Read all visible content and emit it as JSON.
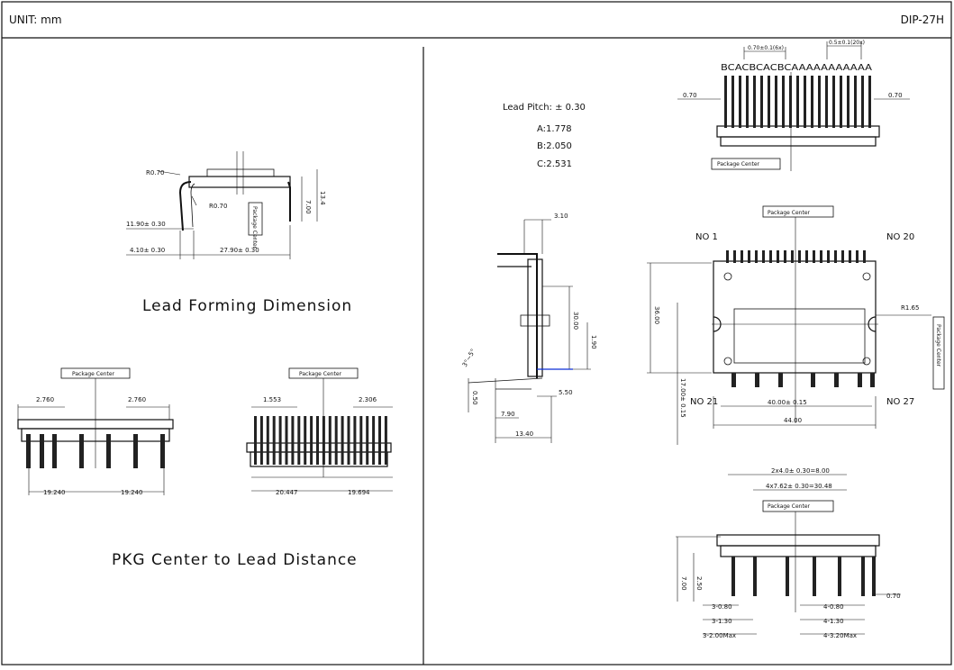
{
  "header": {
    "unit": "UNIT: mm",
    "package": "DIP-27H"
  },
  "lead_forming": {
    "title": "Lead Forming Dimension",
    "dims": {
      "radius_outer": "R0.70",
      "radius_inner": "R0.70",
      "width_1190": "11.90± 0.30",
      "width_410": "4.10± 0.30",
      "width_2790": "27.90± 0.30",
      "height_700": "7.00",
      "height_1340": "13.4"
    },
    "package_center": "Package Center"
  },
  "pkg_center": {
    "title": "PKG Center to Lead Distance",
    "left": {
      "package_center": "Package Center",
      "left_pitch": "2.760",
      "right_pitch": "2.760",
      "bottom_left": "19.240",
      "bottom_right": "19.240"
    },
    "right": {
      "package_center": "Package Center",
      "left_pitch": "1.553",
      "right_pitch": "2.306",
      "bottom_left": "20.447",
      "bottom_right": "19.694"
    }
  },
  "lead_pitch": {
    "title": "Lead Pitch: ± 0.30",
    "a": "A:1.778",
    "b": "B:2.050",
    "c": "C:2.531"
  },
  "top_view": {
    "pin_letters": "BCACBCACBCAAAAAAAAAAA",
    "dim_pitch_a": "0.70±0.1(6x)",
    "dim_pitch_b": "0.5±0.1(20x)",
    "left_070": "0.70",
    "right_070": "0.70",
    "package_center": "Package Center"
  },
  "main_view": {
    "package_center": "Package Center",
    "no20": "NO 20",
    "no1": "NO 1",
    "no27": "NO 27",
    "no21": "NO 21",
    "radius": "R1.65",
    "height_3600": "36.00",
    "side_label": "17.00± 0.15",
    "width_4000": "40.00± 0.15",
    "width_4400": "44.00",
    "package_center_side": "Package Center"
  },
  "side_view": {
    "d310": "3.10",
    "d3000": "30.00",
    "d190": "1.90",
    "d550": "5.50",
    "d790": "7.90",
    "d1340": "13.40",
    "d050": "0.50",
    "angle": "3°~5°"
  },
  "bottom_view": {
    "dim_top1": "2x4.0± 0.30=8.00",
    "dim_top2": "4x7.62± 0.30=30.48",
    "package_center": "Package Center",
    "d700": "7.00",
    "d250": "2.50",
    "d070": "0.70",
    "l_a": "3-0.80",
    "l_b": "3-1.30",
    "l_c": "3-2.00Max",
    "r_a": "4-0.80",
    "r_b": "4-1.30",
    "r_c": "4-3.20Max"
  }
}
